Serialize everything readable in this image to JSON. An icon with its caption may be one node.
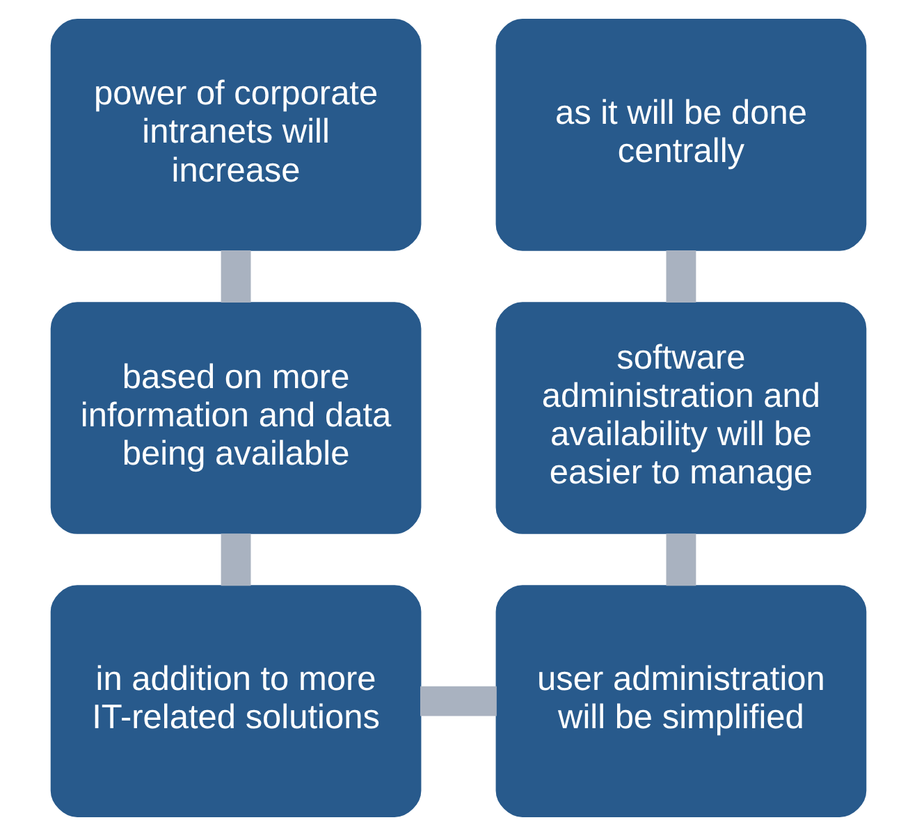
{
  "diagram": {
    "nodes": [
      {
        "text": [
          "power of corporate intranets will increase"
        ]
      },
      {
        "text": [
          "as it will be done centrally"
        ]
      },
      {
        "text": [
          "based on more information and data being available"
        ]
      },
      {
        "text": [
          "software administration and availability will be easier to manage"
        ]
      },
      {
        "text": [
          "in addition to more IT-related solutions"
        ]
      },
      {
        "text": [
          "user administration will be simplified"
        ]
      }
    ],
    "edges": [
      {
        "from": 0,
        "to": 2,
        "arrow": "none"
      },
      {
        "from": 2,
        "to": 4,
        "arrow": "none"
      },
      {
        "from": 4,
        "to": 5,
        "arrow": "none"
      },
      {
        "from": 5,
        "to": 3,
        "arrow": "none"
      },
      {
        "from": 3,
        "to": 1,
        "arrow": "none"
      }
    ]
  }
}
